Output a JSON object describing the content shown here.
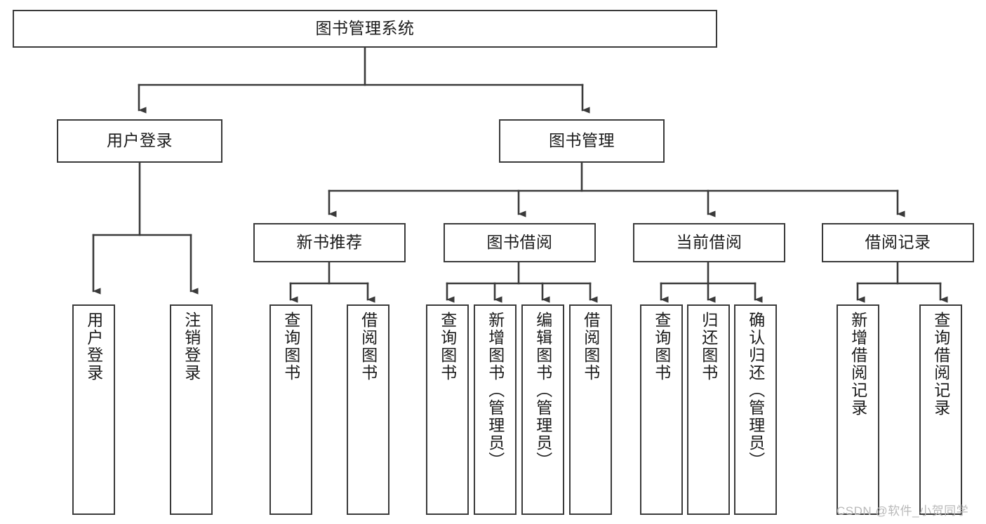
{
  "diagram": {
    "title_node": {
      "label": "图书管理系统"
    },
    "level2": [
      {
        "id": "user-login",
        "label": "用户登录"
      },
      {
        "id": "book-management",
        "label": "图书管理"
      }
    ],
    "level3": [
      {
        "id": "new-book-recommend",
        "label": "新书推荐"
      },
      {
        "id": "book-borrow",
        "label": "图书借阅"
      },
      {
        "id": "current-borrow",
        "label": "当前借阅"
      },
      {
        "id": "borrow-record",
        "label": "借阅记录"
      }
    ],
    "leaves": [
      {
        "id": "leaf-user-login",
        "label": "用户登录",
        "parent": "user-login"
      },
      {
        "id": "leaf-logout-login",
        "label": "注销登录",
        "parent": "user-login"
      },
      {
        "id": "leaf-query-book-1",
        "label": "查询图书",
        "parent": "new-book-recommend"
      },
      {
        "id": "leaf-borrow-book-1",
        "label": "借阅图书",
        "parent": "new-book-recommend"
      },
      {
        "id": "leaf-query-book-2",
        "label": "查询图书",
        "parent": "book-borrow"
      },
      {
        "id": "leaf-add-book",
        "label": "新增图书（管理员）",
        "parent": "book-borrow"
      },
      {
        "id": "leaf-edit-book",
        "label": "编辑图书（管理员）",
        "parent": "book-borrow"
      },
      {
        "id": "leaf-borrow-book-2",
        "label": "借阅图书",
        "parent": "book-borrow"
      },
      {
        "id": "leaf-query-book-3",
        "label": "查询图书",
        "parent": "current-borrow"
      },
      {
        "id": "leaf-return-book",
        "label": "归还图书",
        "parent": "current-borrow"
      },
      {
        "id": "leaf-confirm-return",
        "label": "确认归还（管理员）",
        "parent": "current-borrow"
      },
      {
        "id": "leaf-add-record",
        "label": "新增借阅记录",
        "parent": "borrow-record"
      },
      {
        "id": "leaf-query-record",
        "label": "查询借阅记录",
        "parent": "borrow-record"
      }
    ],
    "colors": {
      "stroke": "#3a3a3a",
      "fill": "#ffffff",
      "text": "#1b1b1b",
      "watermark": "#b9b9b9"
    }
  },
  "watermark": {
    "text": "CSDN @软件_小贺同学"
  }
}
